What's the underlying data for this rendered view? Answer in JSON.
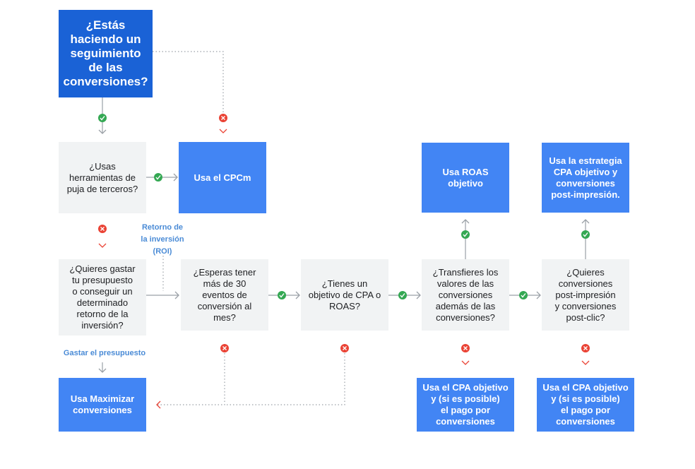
{
  "colors": {
    "start_box": "#1a62d6",
    "answer_box": "#4285f4",
    "question_box": "#f1f3f4",
    "yes": "#34a853",
    "no": "#ea4335",
    "label": "#4a8bd6",
    "line": "#9aa0a6"
  },
  "icons": {
    "yes": "check-icon",
    "no": "cross-icon"
  },
  "nodes": {
    "start": "¿Estás\nhaciendo un\nseguimiento\nde las\nconversiones?",
    "third_party": "¿Usas\nherramientas de\npuja de terceros?",
    "use_cpcm": "Usa el CPCm",
    "spend_or_roi": "¿Quieres gastar\ntu presupuesto\no conseguir un\ndeterminado\nretorno de la\ninversión?",
    "maximize": "Usa Maximizar\nconversiones",
    "expect_30": "¿Esperas tener\nmás de 30\neventos de\nconversión al\nmes?",
    "have_target": "¿Tienes un\nobjetivo de CPA o\nROAS?",
    "transfer_values": "¿Transfieres los\nvalores de las\nconversiones\nademás de las\nconversiones?",
    "use_roas": "Usa ROAS\nobjetivo",
    "use_cpa_1": "Usa el CPA objetivo\ny (si es posible)\nel pago por\nconversiones",
    "view_through": "¿Quieres\nconversiones\npost-impresión\ny conversiones\npost-clic?",
    "use_cpa_view": "Usa la estrategia\nCPA objetivo y\nconversiones\npost-impresión.",
    "use_cpa_2": "Usa el CPA objetivo\ny (si es posible)\nel pago por\nconversiones"
  },
  "labels": {
    "roi": "Retorno de\nla inversión\n(ROI)",
    "spend_budget": "Gastar el presupuesto"
  }
}
